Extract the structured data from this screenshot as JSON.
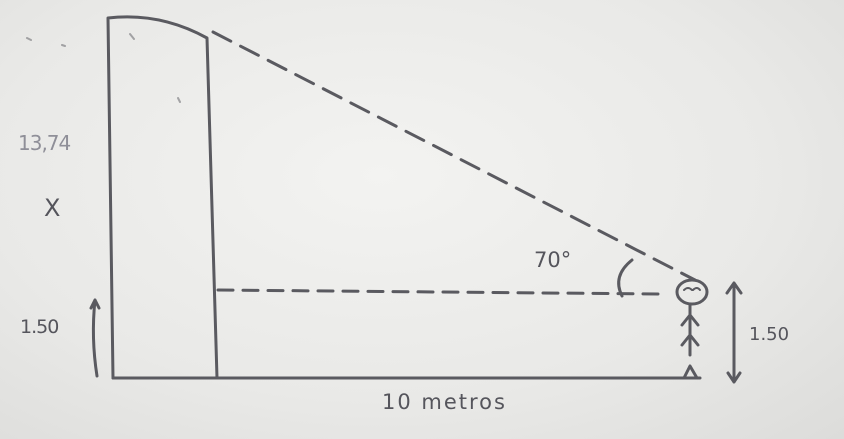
{
  "diagram": {
    "labels": {
      "height_top": "13,74",
      "unknown": "X",
      "left_height": "1.50",
      "angle": "70°",
      "right_height": "1.50",
      "base": "10 metros"
    }
  }
}
